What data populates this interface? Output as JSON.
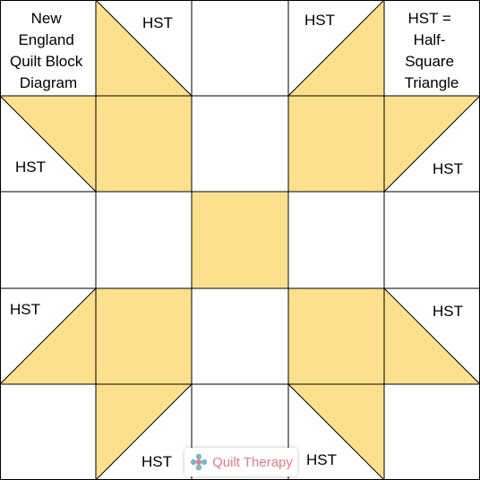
{
  "colors": {
    "fabric": "#fde08e",
    "background": "#ffffff",
    "line": "#000000",
    "logo_text": "#e27a86",
    "logo_mark": "#79b7c9"
  },
  "diagram": {
    "title_lines": [
      "New",
      "England",
      "Quilt Block",
      "Diagram"
    ],
    "legend_lines": [
      "HST =",
      "Half-",
      "Square",
      "Triangle"
    ],
    "hst_label": "HST"
  },
  "logo": {
    "text": "Quilt Therapy",
    "icon": "flower-icon"
  }
}
